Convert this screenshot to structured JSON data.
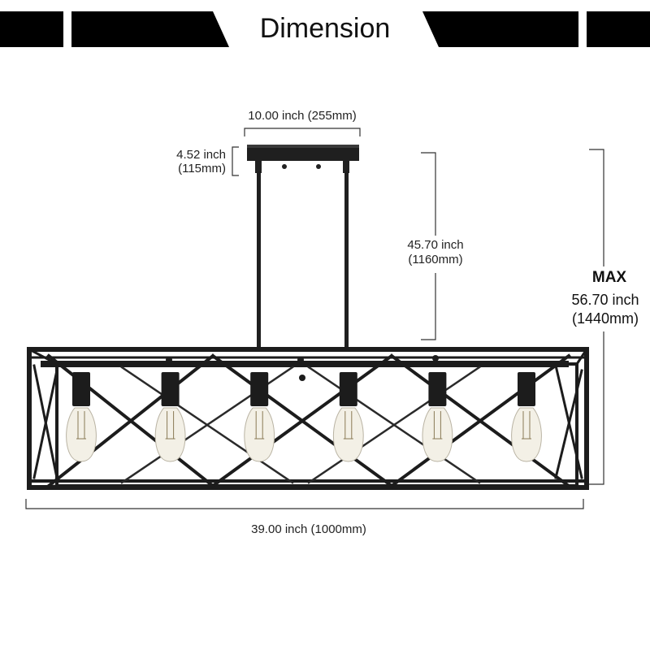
{
  "title": "Dimension",
  "dimensions": {
    "canopy_width": "10.00 inch (255mm)",
    "canopy_height_in": "4.52 inch",
    "canopy_height_mm": "(115mm)",
    "rod_length_in": "45.70 inch",
    "rod_length_mm": "(1160mm)",
    "max_label": "MAX",
    "max_height_in": "56.70 inch",
    "max_height_mm": "(1440mm)",
    "fixture_width": "39.00 inch (1000mm)"
  },
  "product": {
    "bulb_count": 6,
    "frame_color": "#1c1c1c",
    "bulb_color": "#f3f0e6"
  },
  "colors": {
    "banner": "#000000",
    "dimension_line": "#333333"
  }
}
